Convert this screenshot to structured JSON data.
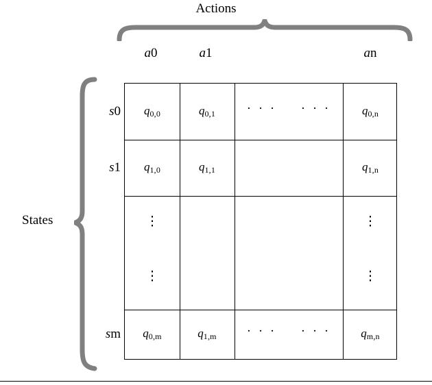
{
  "figure": {
    "top_label": "Actions",
    "left_label": "States",
    "columns": [
      {
        "base": "a",
        "sub": "0"
      },
      {
        "base": "a",
        "sub": "1"
      },
      {
        "base": "a",
        "sub": "n"
      }
    ],
    "rows": [
      {
        "base": "s",
        "sub": "0"
      },
      {
        "base": "s",
        "sub": "1"
      },
      {
        "base": "s",
        "sub": "m"
      }
    ],
    "cells": {
      "r0c0": {
        "base": "q",
        "sub": "0,0"
      },
      "r0c1": {
        "base": "q",
        "sub": "0,1"
      },
      "r0c4": {
        "base": "q",
        "sub": "0,n"
      },
      "r1c0": {
        "base": "q",
        "sub": "1,0"
      },
      "r1c1": {
        "base": "q",
        "sub": "1,1"
      },
      "r1c4": {
        "base": "q",
        "sub": "1,n"
      },
      "r3c0": {
        "base": "q",
        "sub": "0,m"
      },
      "r3c1": {
        "base": "q",
        "sub": "1,m"
      },
      "r3c4": {
        "base": "q",
        "sub": "m,n"
      }
    },
    "ellipses": {
      "horizontal": "· · ·",
      "vertical": "⋮"
    },
    "colors": {
      "brace": "#808080",
      "grid": "#000000",
      "text": "#000000",
      "background": "#ffffff"
    }
  }
}
